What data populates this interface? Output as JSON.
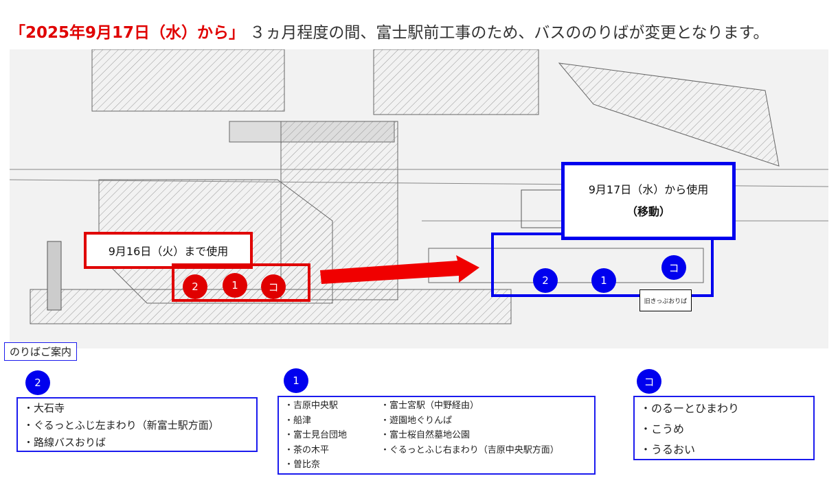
{
  "title": {
    "highlight": "「2025年9月17日（水）から」",
    "rest": "３ヵ月程度の間、富士駅前工事のため、バスののりばが変更となります。"
  },
  "map": {
    "old_callout": "9月16日（火）まで使用",
    "new_callout_line1": "9月17日（水）から使用",
    "new_callout_line2": "（移動）",
    "old_stops": [
      "2",
      "1",
      "コ"
    ],
    "new_stops": [
      "2",
      "1",
      "コ"
    ],
    "small_label": "旧きっぷおりば",
    "colors": {
      "old": "#e00000",
      "new": "#0000ee"
    }
  },
  "guide": {
    "heading": "のりばご案内",
    "stop2": {
      "badge": "2",
      "items": [
        "・大石寺",
        "・ぐるっとふじ左まわり（新富士駅方面）",
        "・路線バスおりば"
      ]
    },
    "stop1": {
      "badge": "1",
      "col1": [
        "・吉原中央駅",
        "・船津",
        "・富士見台団地",
        "・茶の木平",
        "・曽比奈"
      ],
      "col2": [
        "・富士宮駅（中野経由）",
        "・遊園地ぐりんぱ",
        "・富士桜自然墓地公園",
        "・ぐるっとふじ右まわり（吉原中央駅方面）"
      ]
    },
    "stopK": {
      "badge": "コ",
      "items": [
        "・のるーとひまわり",
        "・こうめ",
        "・うるおい"
      ]
    }
  }
}
